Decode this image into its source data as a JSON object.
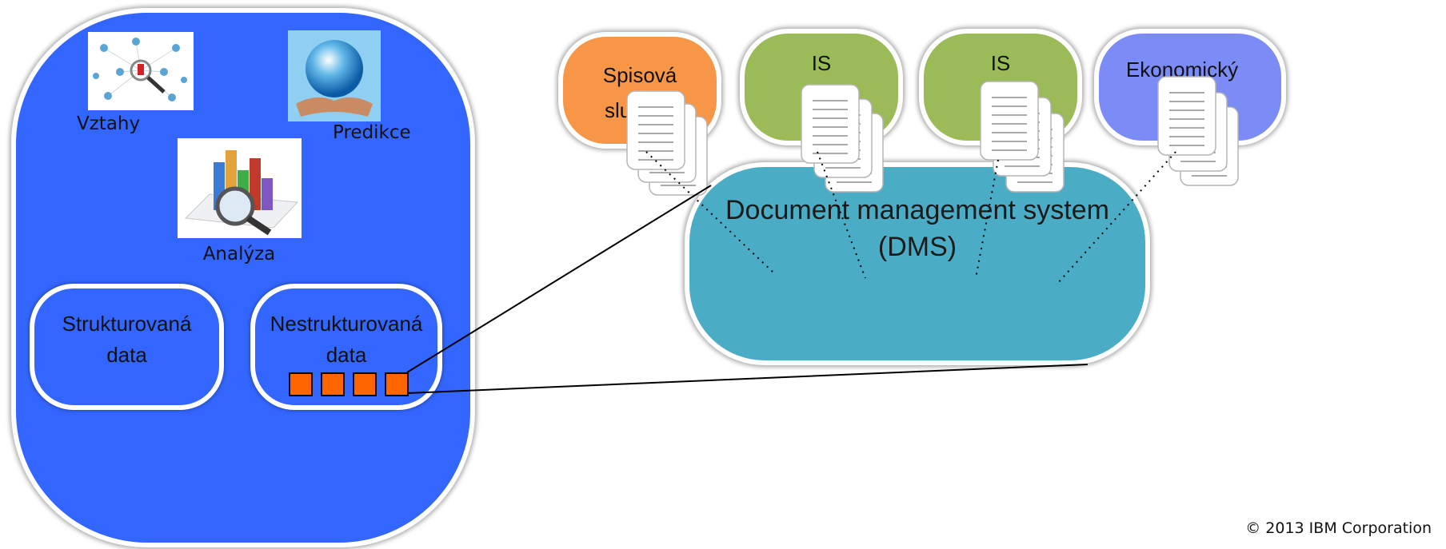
{
  "left_panel": {
    "vztahy_label": "Vztahy",
    "predikce_label": "Predikce",
    "analyza_label": "Analýza",
    "structured_box": {
      "line1": "Strukturovaná",
      "line2": "data"
    },
    "unstructured_box": {
      "line1": "Nestrukturovaná",
      "line2": "data"
    }
  },
  "source_systems": [
    {
      "line1": "Spisová",
      "line2": "služba",
      "color": "#f79646"
    },
    {
      "line1": "IS",
      "color": "#9bbb59"
    },
    {
      "line1": "IS",
      "color": "#9bbb59"
    },
    {
      "line1": "Ekonomický",
      "color": "#7b8cf7"
    }
  ],
  "dms": {
    "line1": "Document management system",
    "line2": "(DMS)",
    "color": "#4bacc6"
  },
  "colors": {
    "panel_blue": "#3366ff",
    "doc_square": "#ff6600"
  },
  "footer": {
    "copyright": "© 2013 IBM Corporation"
  }
}
